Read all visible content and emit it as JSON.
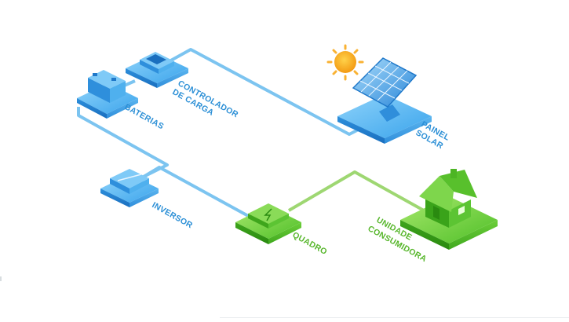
{
  "diagram": {
    "nodes": {
      "controlador": {
        "line1": "CONTROLADOR",
        "line2": "DE CARGA"
      },
      "baterias": {
        "label": "BATERIAS"
      },
      "painel": {
        "line1": "PAINEL",
        "line2": "SOLAR"
      },
      "inversor": {
        "label": "INVERSOR"
      },
      "quadro": {
        "label": "QUADRO"
      },
      "unidade": {
        "line1": "UNIDADE",
        "line2": "CONSUMIDORA"
      }
    },
    "colors": {
      "blue_line": "#7cc4f0",
      "green_line": "#9ed772",
      "blue_text": "#2b8fd6",
      "green_text": "#56b62a",
      "sun": "#f7a51c"
    },
    "icons": [
      "battery-icon",
      "charge-controller-icon",
      "solar-panel-icon",
      "sun-icon",
      "inverter-icon",
      "breaker-panel-icon",
      "house-icon"
    ]
  }
}
